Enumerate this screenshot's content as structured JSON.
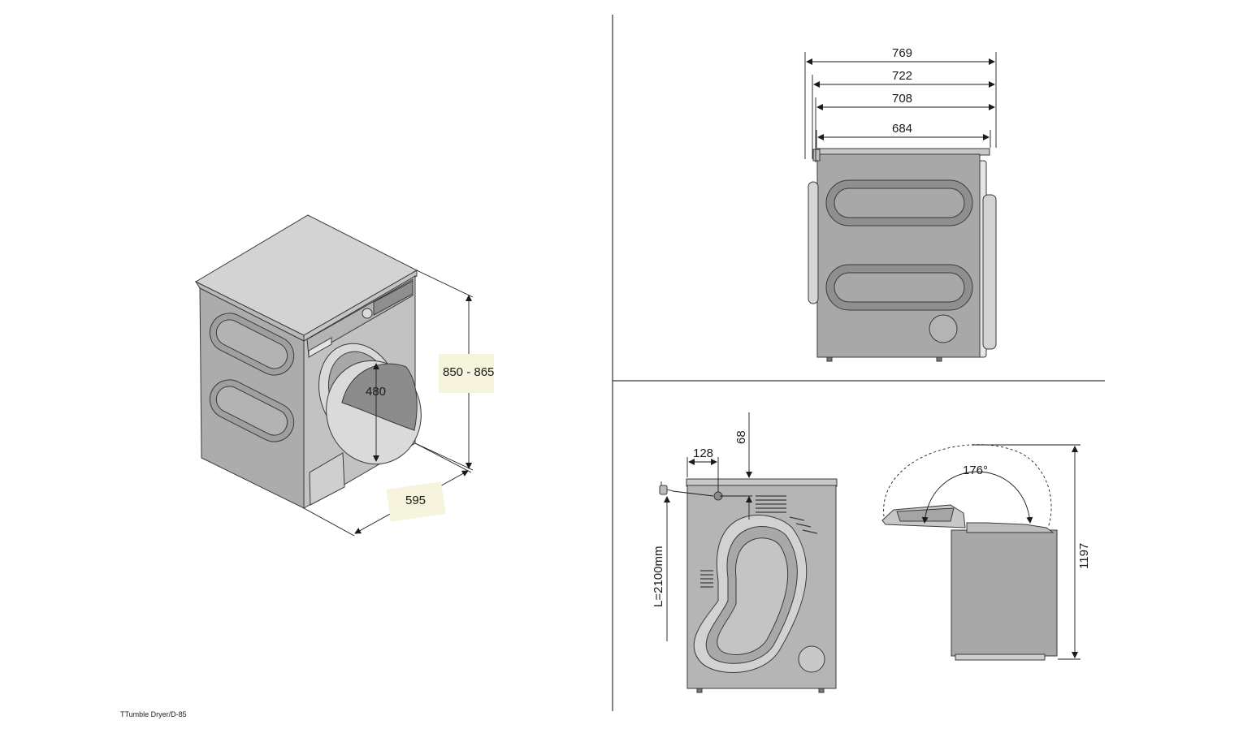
{
  "isometric": {
    "height_label": "850 - 865",
    "width_label": "595",
    "door_label": "480"
  },
  "side_view": {
    "depths": [
      "769",
      "722",
      "708",
      "684"
    ]
  },
  "rear_view": {
    "top_offset_label": "128",
    "vertical_offset_label": "68",
    "cable_label": "L=2100mm"
  },
  "door_view": {
    "angle_label": "176°",
    "height_label": "1197"
  },
  "caption": "TTumble Dryer/D-85",
  "colors": {
    "body": "#c2c2c2",
    "top": "#d3d3d3",
    "side_dark": "#a9a9a9",
    "outline": "#3a3a3a",
    "label_bg": "#f6f4dc"
  }
}
